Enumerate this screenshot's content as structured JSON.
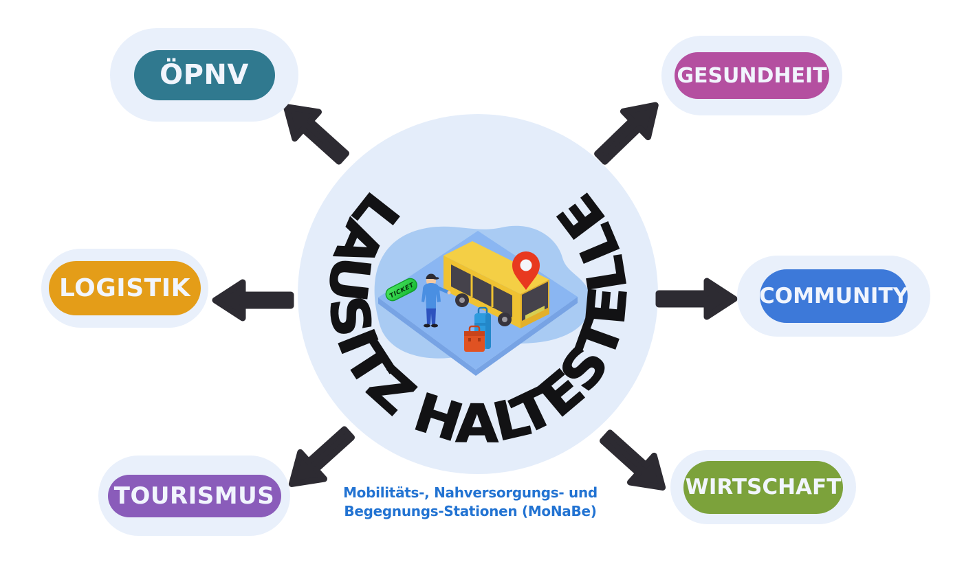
{
  "center": {
    "title": "LAUSITZ HALTESTELLE",
    "ticket_sign_label": "TICKET",
    "illustration_icons": [
      "bus-icon",
      "bus-driver-icon",
      "ticket-sign",
      "luggage-icon",
      "location-pin-icon",
      "platform"
    ]
  },
  "caption": {
    "line1": "Mobilitäts-, Nahversorgungs- und",
    "line2": "Begegnungs-Stationen (MoNaBe)"
  },
  "nodes": [
    {
      "id": "oepnv",
      "label": "ÖPNV",
      "color": "#30798F"
    },
    {
      "id": "gesundheit",
      "label": "GESUNDHEIT",
      "color": "#B44FA0"
    },
    {
      "id": "logistik",
      "label": "LOGISTIK",
      "color": "#E49D18"
    },
    {
      "id": "community",
      "label": "COMMUNITY",
      "color": "#3D79D9"
    },
    {
      "id": "tourismus",
      "label": "TOURISMUS",
      "color": "#8A5CBA"
    },
    {
      "id": "wirtschaft",
      "label": "WIRTSCHAFT",
      "color": "#7CA23B"
    }
  ],
  "colors": {
    "background": "#FFFFFF",
    "center_circle": "#E4EDFA",
    "node_halo": "#E9F0FB",
    "arrow": "#2D2B32",
    "title_text": "#121214",
    "pill_text": "#F1F5FD",
    "caption_text": "#2273D2",
    "blob": "#A9CBF3",
    "platform": "#8AB6F2",
    "bus_yellow": "#EFC232",
    "pin_red": "#E8391F",
    "ticket_green": "#1FC63C"
  }
}
